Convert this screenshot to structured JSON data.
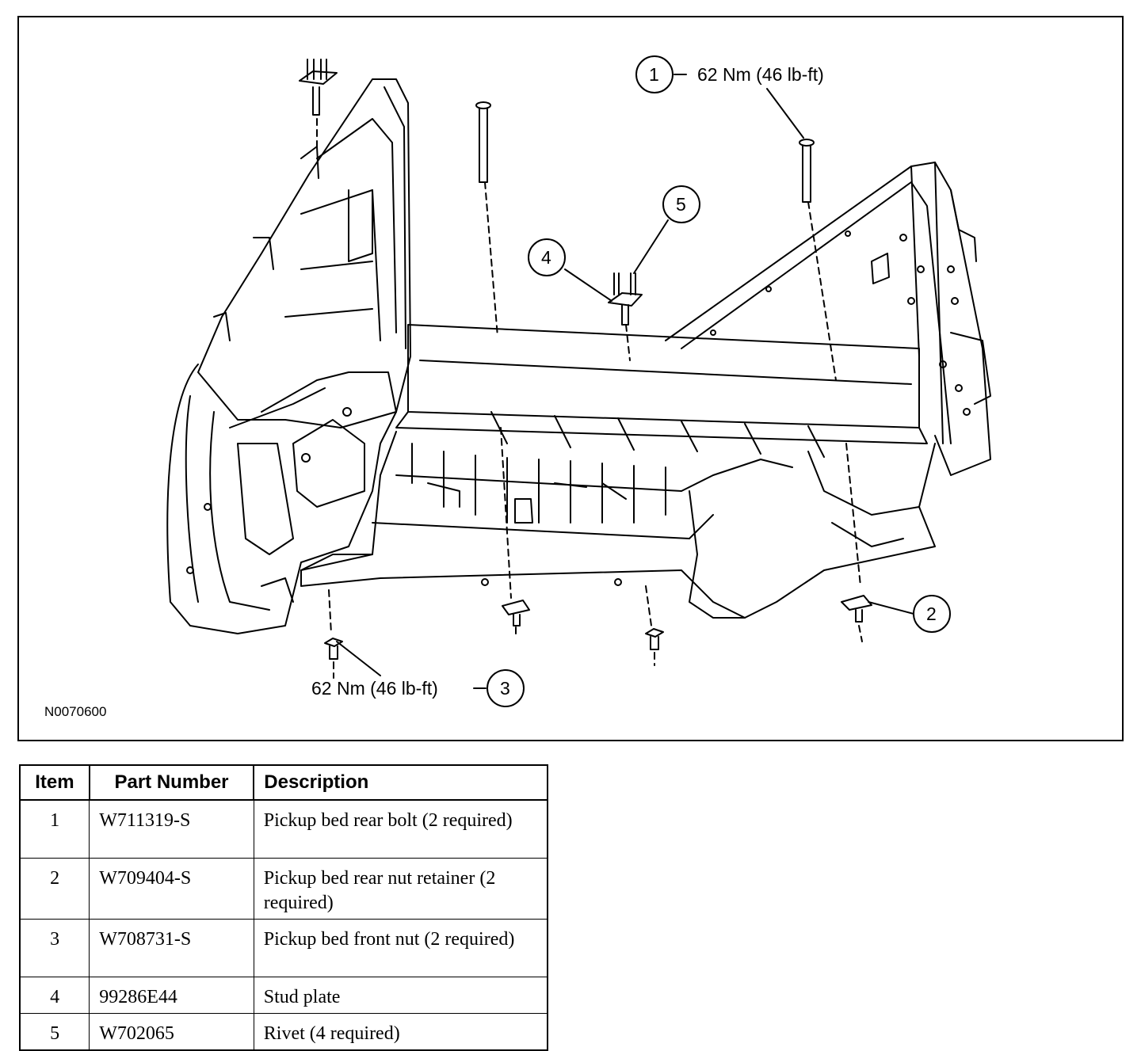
{
  "figure": {
    "figure_code": "N0070600",
    "callouts": [
      {
        "number": "1",
        "label": "62 Nm (46 lb-ft)"
      },
      {
        "number": "2",
        "label": ""
      },
      {
        "number": "3",
        "label": "62 Nm (46 lb-ft)"
      },
      {
        "number": "4",
        "label": ""
      },
      {
        "number": "5",
        "label": ""
      }
    ]
  },
  "table": {
    "headers": [
      "Item",
      "Part Number",
      "Description"
    ],
    "rows": [
      {
        "item": "1",
        "part_number": "W711319-S",
        "description": "Pickup bed rear bolt (2 required)"
      },
      {
        "item": "2",
        "part_number": "W709404-S",
        "description": "Pickup bed rear nut retainer (2 required)"
      },
      {
        "item": "3",
        "part_number": "W708731-S",
        "description": "Pickup bed front nut (2 required)"
      },
      {
        "item": "4",
        "part_number": "99286E44",
        "description": "Stud plate"
      },
      {
        "item": "5",
        "part_number": "W702065",
        "description": "Rivet (4 required)"
      }
    ]
  }
}
